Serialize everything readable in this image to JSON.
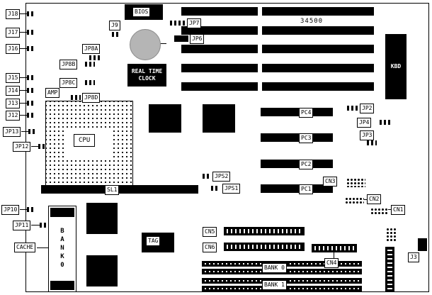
{
  "diagram": {
    "part_number": "34500",
    "colors": {
      "ink": "#000000",
      "background": "#ffffff",
      "battery": "#b5b5b5"
    },
    "labels": {
      "j18": "J18",
      "j17": "J17",
      "j16": "J16",
      "j15": "J15",
      "j14": "J14",
      "j13": "J13",
      "j12": "J12",
      "jp13": "JP13",
      "jp12": "JP12",
      "jp10": "JP10",
      "jp11": "JP11",
      "cache": "CACHE",
      "bios": "BIOS",
      "j9": "J9",
      "jp7": "JP7",
      "jp6": "JP6",
      "jp8a": "JP8A",
      "jp8b": "JP8B",
      "jp8c": "JP8C",
      "jp8d": "JP8D",
      "amp": "AMP",
      "kbd": "KBD",
      "cpu": "CPU",
      "sl1": "SL1",
      "jp2": "JP2",
      "jp4": "JP4",
      "jp3": "JP3",
      "pc4": "PC4",
      "pc3": "PC3",
      "pc2": "PC2",
      "pc1": "PC1",
      "jps2": "JPS2",
      "jps1": "JPS1",
      "cn1": "CN1",
      "cn2": "CN2",
      "cn3": "CN3",
      "cn4": "CN4",
      "cn5": "CN5",
      "cn6": "CN6",
      "tag": "TAG",
      "bank0": "BANK 0",
      "bank1": "BANK 1",
      "bank_vertical": "BANK0",
      "j3": "J3"
    },
    "rtc": {
      "line1": "REAL TIME",
      "line2": "CLOCK"
    }
  }
}
